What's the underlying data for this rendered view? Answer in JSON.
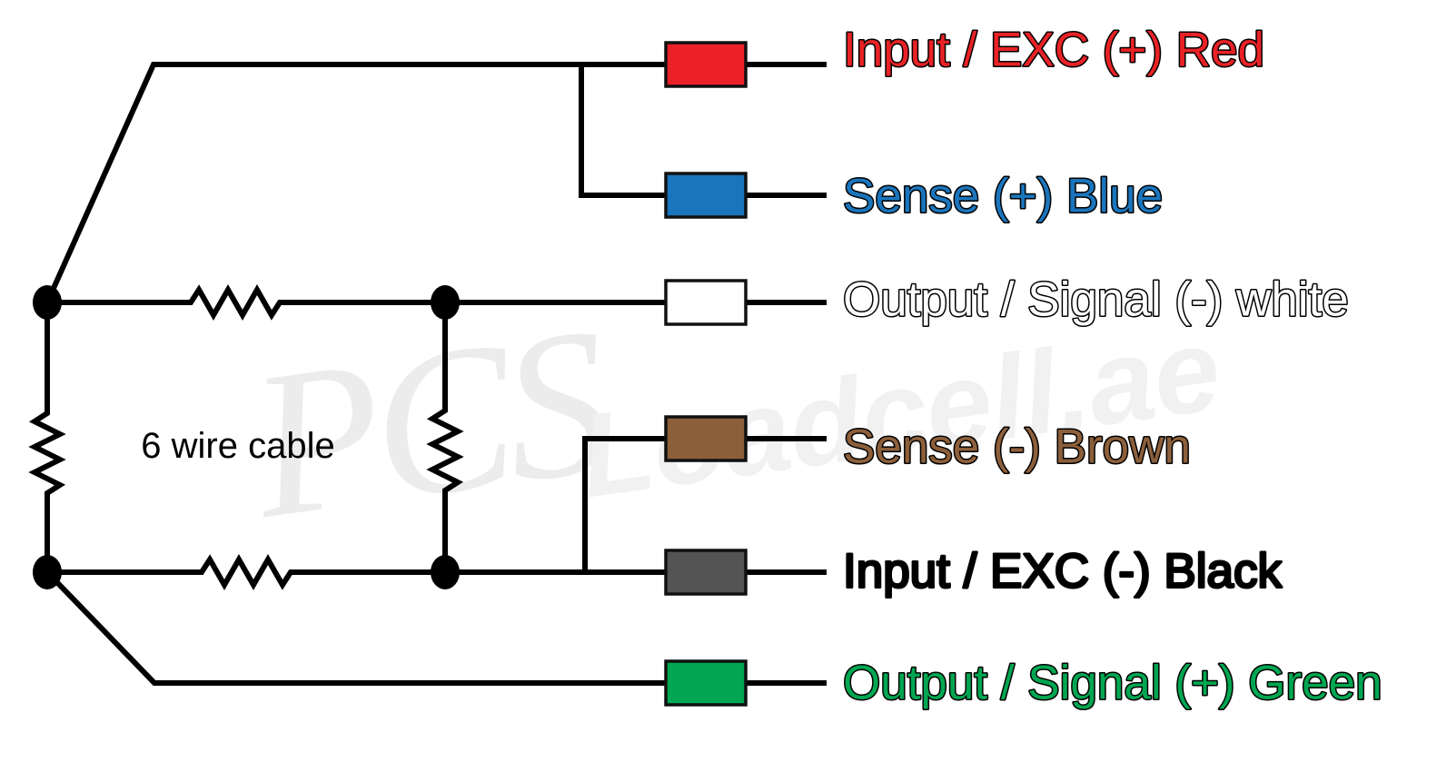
{
  "watermark": {
    "prefix": "PCS",
    "suffix": "Loadcell.ae"
  },
  "bridge": {
    "label": "6 wire cable"
  },
  "wires": [
    {
      "name": "excitation-positive",
      "label": "Input / EXC (+) Red",
      "box_color": "#EC2127",
      "label_color": "#E82226"
    },
    {
      "name": "sense-positive",
      "label": "Sense (+) Blue",
      "box_color": "#1B75BC",
      "label_color": "#1B75BC"
    },
    {
      "name": "signal-negative",
      "label": "Output / Signal (-) white",
      "box_color": "#FFFFFF",
      "label_color": "#FFFFFF"
    },
    {
      "name": "sense-negative",
      "label": "Sense (-) Brown",
      "box_color": "#8C5F3B",
      "label_color": "#8C5F3B"
    },
    {
      "name": "excitation-negative",
      "label": "Input / EXC (-) Black",
      "box_color": "#545454",
      "label_color": "#000000"
    },
    {
      "name": "signal-positive",
      "label": "Output / Signal (+) Green",
      "box_color": "#00A651",
      "label_color": "#00A651"
    }
  ]
}
